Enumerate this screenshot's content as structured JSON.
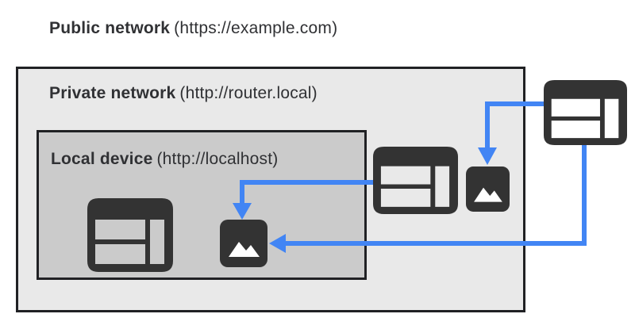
{
  "title": {
    "name": "Public network",
    "url": "(https://example.com)"
  },
  "boxes": {
    "private_network": {
      "name": "Private network",
      "url": "(http://router.local)"
    },
    "local_device": {
      "name": "Local device",
      "url": "(http://localhost)"
    }
  },
  "icons": {
    "public_browser": "browser-window-icon",
    "private_browser": "browser-window-icon",
    "private_image": "image-icon",
    "local_browser": "browser-window-icon",
    "local_image": "image-icon"
  },
  "connections": [
    {
      "from": "public-browser-window",
      "to": "private-image",
      "style": "arrow-down-into-icon"
    },
    {
      "from": "public-browser-window",
      "to": "local-image",
      "style": "arrow-left-into-icon"
    },
    {
      "from": "private-browser-window",
      "to": "local-image",
      "style": "arrow-down-into-icon"
    }
  ],
  "colors": {
    "accent": "#4285F4",
    "icon": "#333333",
    "outer-bg": "#E9E9E9",
    "inner-bg": "#CBCBCB",
    "border": "#202124",
    "text": "#303134",
    "glyph": "#FFFFFF",
    "page-bg": "#FFFFFF"
  }
}
